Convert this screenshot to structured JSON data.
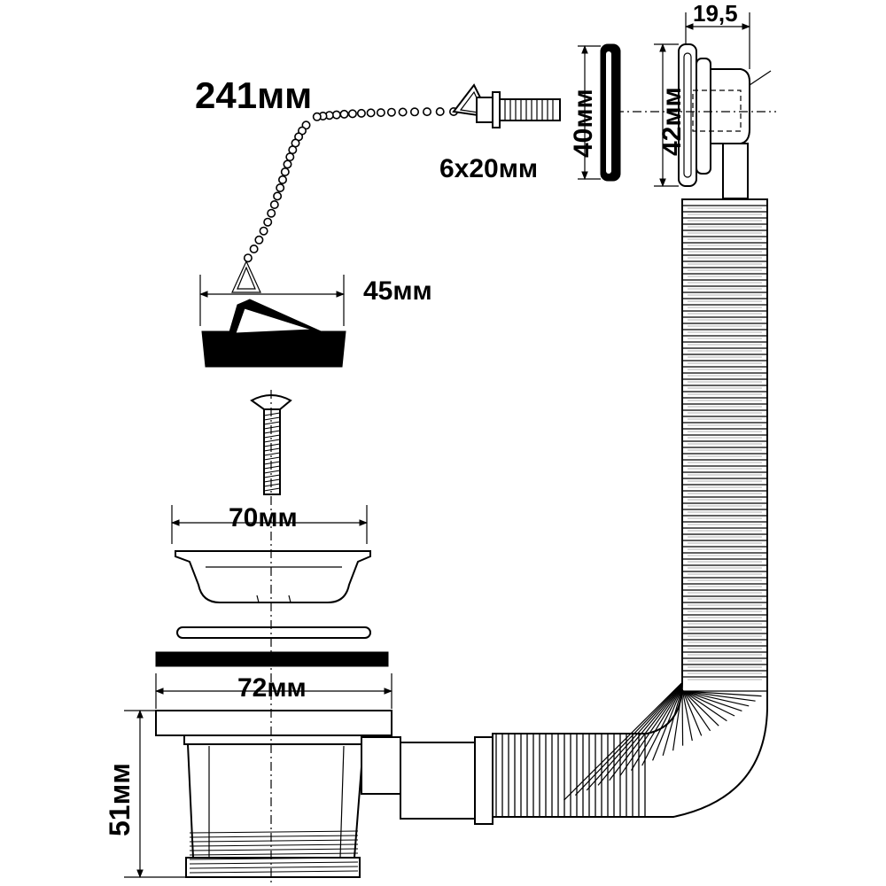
{
  "diagram": {
    "chain_length_label": "241мм",
    "bolt_size_label": "6х20мм",
    "stopper_gasket_height_label": "40мм",
    "overflow_height_label": "42мм",
    "overflow_depth_label": "19,5",
    "plug_diameter_label": "45мм",
    "strainer_diameter_label": "70мм",
    "flange_diameter_label": "72мм",
    "trap_height_label": "51мм"
  }
}
